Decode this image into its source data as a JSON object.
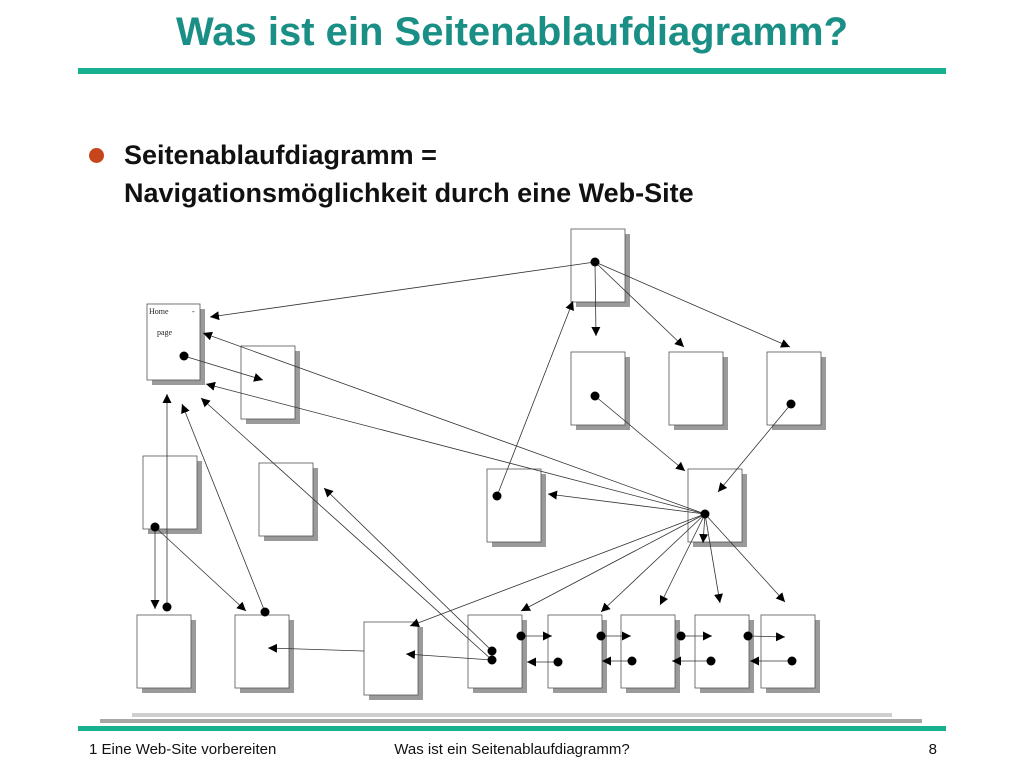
{
  "slide": {
    "title": "Was ist ein Seitenablaufdiagramm?",
    "bullet_line1": "Seitenablaufdiagramm =",
    "bullet_line2": "Navigationsmöglichkeit durch eine Web-Site"
  },
  "diagram": {
    "home_label_1": "Home",
    "home_label_2": "page",
    "home_label_3": "-",
    "colors": {
      "page_fill": "#ffffff",
      "page_shadow": "#9a9a9a",
      "line": "#333333"
    }
  },
  "footer": {
    "left": "1 Eine Web-Site vorbereiten",
    "center": "Was ist ein Seitenablaufdiagramm?",
    "page_number": "8"
  },
  "colors": {
    "title": "#1a8f86",
    "rule": "#17b18f",
    "bullet": "#c6461b"
  }
}
